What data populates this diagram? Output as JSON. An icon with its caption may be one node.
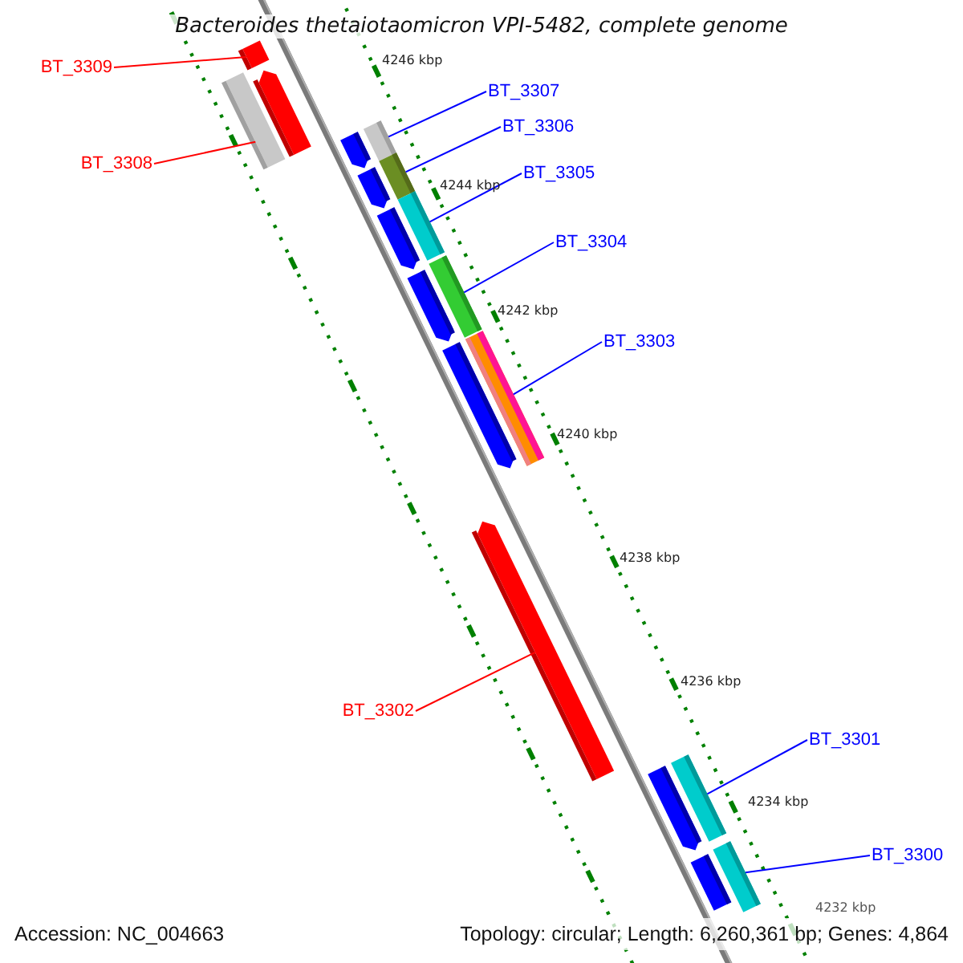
{
  "diagram": {
    "title": "Bacteroides thetaiotaomicron VPI-5482, complete genome",
    "nodes": [
      {
        "text": [
          "BT_3309"
        ]
      },
      {
        "text": [],
        "shape": "bar"
      },
      {
        "text": [
          "BT_3308"
        ]
      },
      {
        "text": [],
        "shape": "bar"
      },
      {
        "text": [
          "BT_3307"
        ]
      },
      {
        "text": [],
        "shape": "bar"
      },
      {
        "text": [
          "BT_3306"
        ]
      },
      {
        "text": [],
        "shape": "bar"
      },
      {
        "text": [
          "BT_3305"
        ]
      },
      {
        "text": [],
        "shape": "bar"
      },
      {
        "text": [
          "BT_3304"
        ]
      },
      {
        "text": [],
        "shape": "bar"
      },
      {
        "text": [
          "BT_3303"
        ]
      },
      {
        "text": [],
        "shape": "bar"
      },
      {
        "text": [
          "BT_3302"
        ]
      },
      {
        "text": [],
        "shape": "bar"
      },
      {
        "text": [
          "BT_3301"
        ]
      },
      {
        "text": [],
        "shape": "bar"
      },
      {
        "text": [
          "BT_3300"
        ]
      },
      {
        "text": [],
        "shape": "bar"
      },
      {
        "text": [],
        "shape": "bar"
      },
      {
        "text": [],
        "shape": "bar"
      },
      {
        "text": [],
        "shape": "bar"
      },
      {
        "text": [],
        "shape": "bar"
      },
      {
        "text": [],
        "shape": "bar"
      },
      {
        "text": [],
        "shape": "bar"
      },
      {
        "text": [],
        "shape": "bar"
      },
      {
        "text": [],
        "shape": "bar"
      }
    ],
    "edges": [
      {
        "from": 0,
        "to": 1,
        "arrow": "none",
        "color": "#ff0000"
      },
      {
        "from": 2,
        "to": 3,
        "arrow": "none",
        "color": "#ff0000"
      },
      {
        "from": 4,
        "to": 5,
        "arrow": "none"
      },
      {
        "from": 6,
        "to": 7,
        "arrow": "none"
      },
      {
        "from": 8,
        "to": 9,
        "arrow": "none"
      },
      {
        "from": 10,
        "to": 11,
        "arrow": "none"
      },
      {
        "from": 12,
        "to": 13,
        "arrow": "none"
      },
      {
        "from": 14,
        "to": 15,
        "arrow": "none",
        "color": "#ff0000"
      },
      {
        "from": 16,
        "to": 17,
        "arrow": "none"
      },
      {
        "from": 18,
        "to": 19,
        "arrow": "none"
      }
    ],
    "labels": [
      "4246 kbp",
      "4244 kbp",
      "4242 kbp",
      "4240 kbp",
      "4238 kbp",
      "4236 kbp",
      "4234 kbp",
      "4232 kbp",
      "Accession: NC_004663",
      "Topology: circular; Length: 6,260,361 bp; Genes: 4,864"
    ]
  }
}
